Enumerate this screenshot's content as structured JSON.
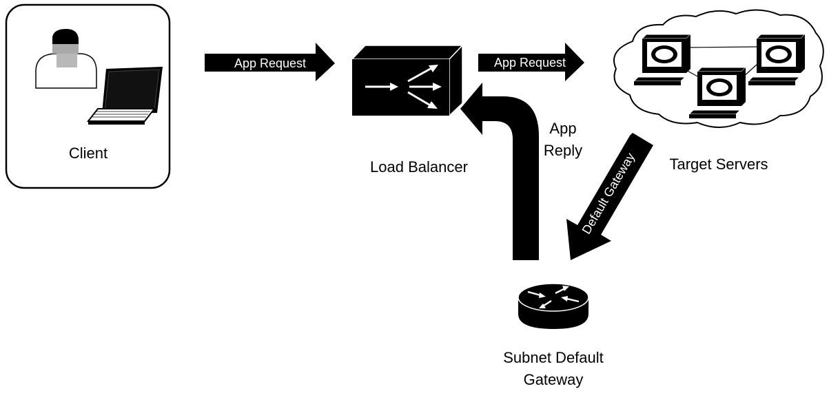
{
  "nodes": {
    "client": "Client",
    "load_balancer": "Load Balancer",
    "target_servers": "Target Servers",
    "gateway_line1": "Subnet Default",
    "gateway_line2": "Gateway"
  },
  "arrows": {
    "request_1": "App Request",
    "request_2": "App Request",
    "reply_line1": "App",
    "reply_line2": "Reply",
    "default_gateway": "Default Gateway"
  },
  "colors": {
    "ink": "#000000",
    "paper": "#ffffff",
    "skin": "#bdbdbd"
  }
}
